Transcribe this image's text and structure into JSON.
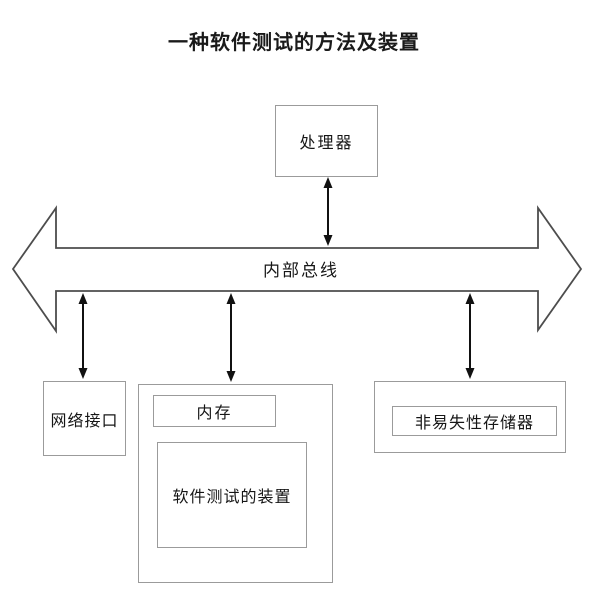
{
  "title": "一种软件测试的方法及装置",
  "diagram": {
    "bus": {
      "label": "内部总线",
      "type": "double-headed-horizontal-arrow"
    },
    "nodes": {
      "processor": {
        "label": "处理器"
      },
      "network_interface": {
        "label": "网络接口"
      },
      "memory": {
        "label": "内存"
      },
      "software_testing_device": {
        "label": "软件测试的装置"
      },
      "non_volatile_memory": {
        "label": "非易失性存储器"
      }
    },
    "connectors": [
      {
        "name": "processor-to-bus",
        "type": "double-arrow-vertical"
      },
      {
        "name": "bus-to-network-interface",
        "type": "double-arrow-vertical"
      },
      {
        "name": "bus-to-memory",
        "type": "double-arrow-vertical"
      },
      {
        "name": "bus-to-non-volatile-memory",
        "type": "double-arrow-vertical"
      }
    ],
    "colors": {
      "background": "#ffffff",
      "box_border": "#9b9b9b",
      "bus_outline": "#4d4d4d",
      "arrow": "#111111",
      "text": "#161616"
    }
  }
}
